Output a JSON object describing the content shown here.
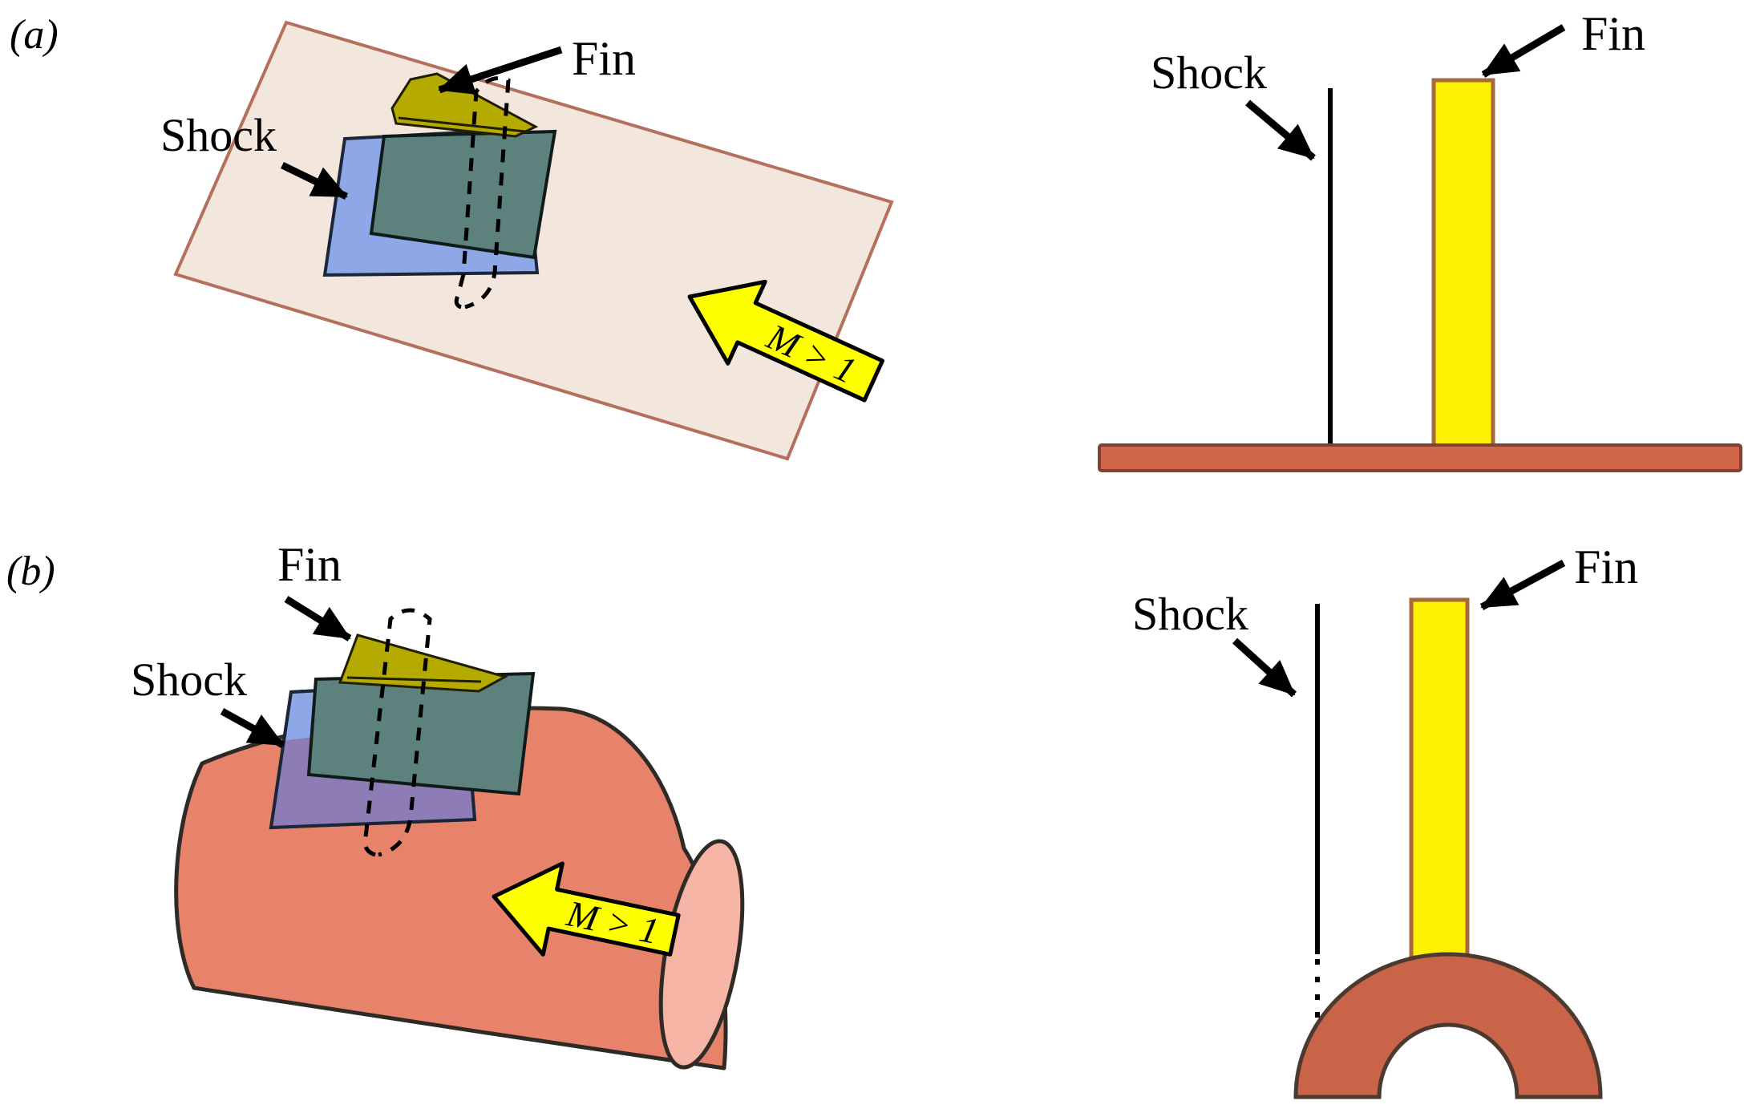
{
  "figure": {
    "panel_a": {
      "tag": "(a)",
      "view3d": {
        "fin_label": "Fin",
        "shock_label": "Shock",
        "flow_label": "M > 1"
      },
      "side": {
        "fin_label": "Fin",
        "shock_label": "Shock"
      }
    },
    "panel_b": {
      "tag": "(b)",
      "view3d": {
        "fin_label": "Fin",
        "shock_label": "Shock",
        "flow_label": "M > 1"
      },
      "side": {
        "fin_label": "Fin",
        "shock_label": "Shock"
      }
    }
  },
  "colors": {
    "plate_fill": "#f3e6dc",
    "plate_edge": "#b4705c",
    "shock_plane_fill": "#8ea7e6",
    "shock_plane_edge": "#1b2638",
    "interaction_fill": "#5d827d",
    "interaction_edge": "#0f1a19",
    "fin_wedge_fill": "#b5ab00",
    "fin_wedge_edge": "#201d00",
    "overlap_fill": "#8d7cb5",
    "cylinder_fill": "#e8836b",
    "cylinder_edge": "#2e2a26",
    "cylinder_cap_fill": "#f6b4a4",
    "ground_fill": "#d2664b",
    "ground_edge": "#7e4133",
    "fin_fill": "#fff200",
    "fin_edge": "#a8683e",
    "arch_fill": "#ca6448",
    "arch_edge": "#4c3a30",
    "flow_arrow_fill": "#feff00",
    "flow_arrow_edge": "#000000",
    "annotation": "#000000"
  }
}
